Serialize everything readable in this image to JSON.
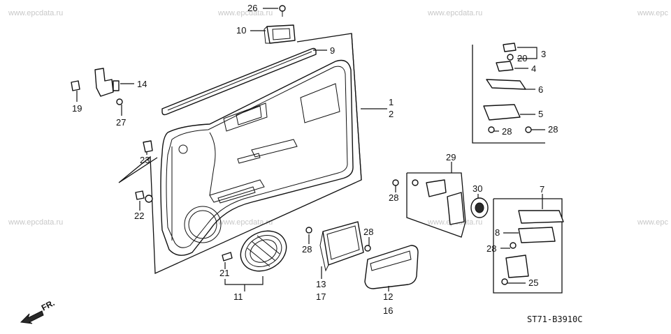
{
  "watermarks": [
    "www.epcdata.ru",
    "www.epcdata.ru",
    "www.epcdata.ru",
    "www.epc",
    "www.epcdata.ru",
    "www.epcdata.ru",
    "www.epcdata.ru",
    "www.epc"
  ],
  "callouts": {
    "c1": "1",
    "c2": "2",
    "c3": "3",
    "c4": "4",
    "c5": "5",
    "c6": "6",
    "c7": "7",
    "c8": "8",
    "c9": "9",
    "c10": "10",
    "c11": "11",
    "c12": "12",
    "c13": "13",
    "c14": "14",
    "c16": "16",
    "c17": "17",
    "c19": "19",
    "c20": "20",
    "c21": "21",
    "c22": "22",
    "c23": "23",
    "c25": "25",
    "c26": "26",
    "c27": "27",
    "c28a": "28",
    "c28b": "28",
    "c28c": "28",
    "c28d": "28",
    "c28e": "28",
    "c28f": "28",
    "c29": "29",
    "c30": "30"
  },
  "direction_label": "FR.",
  "diagram_code": "ST71-B3910C",
  "colors": {
    "line": "#111111",
    "watermark": "#c8c8c8",
    "background": "#ffffff"
  },
  "icons": [
    "front-direction-arrow-icon"
  ]
}
